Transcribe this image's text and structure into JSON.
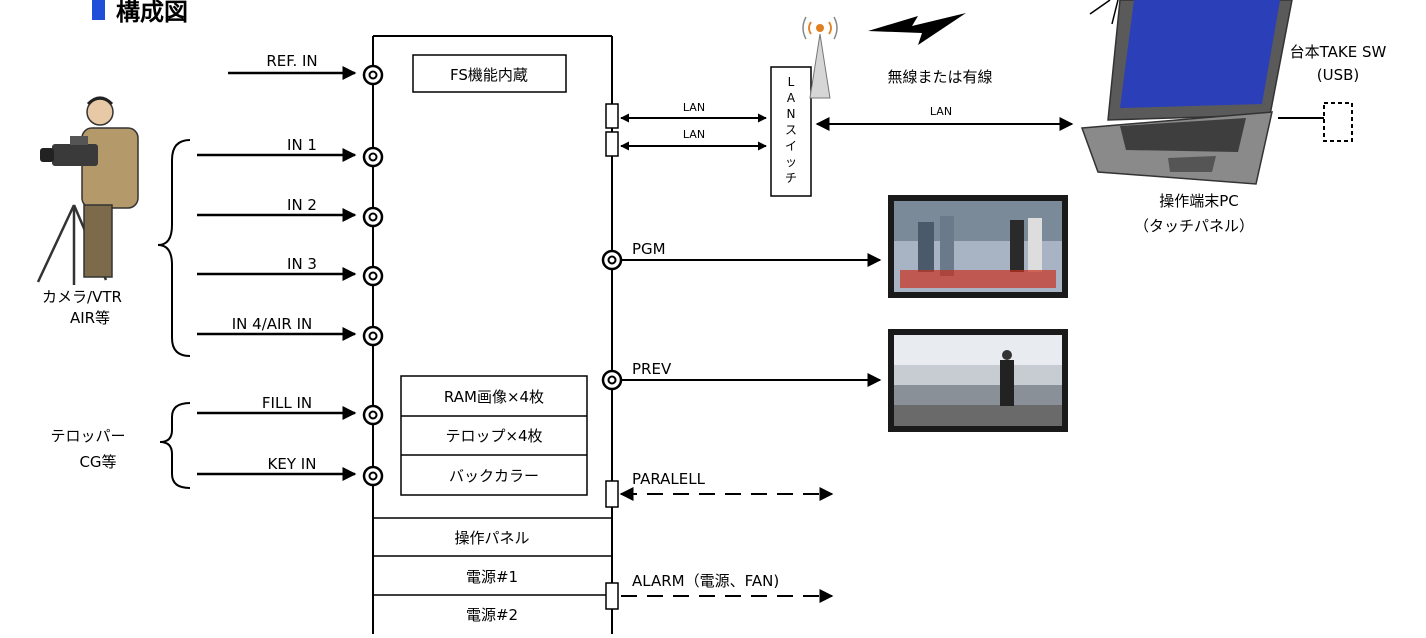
{
  "title": "構成図",
  "sources": {
    "camera_line1": "カメラ/VTR",
    "camera_line2": "AIR等",
    "telop_line1": "テロッパー",
    "telop_line2": "CG等"
  },
  "inputs": {
    "ref": "REF. IN",
    "in1": "IN 1",
    "in2": "IN 2",
    "in3": "IN 3",
    "in4": "IN 4/AIR IN",
    "fill": "FILL IN",
    "key": "KEY IN"
  },
  "unit": {
    "fs": "FS機能内蔵",
    "ram": "RAM画像×4枚",
    "telop": "テロップ×4枚",
    "back": "バックカラー",
    "panel": "操作パネル",
    "power1": "電源#1",
    "power2": "電源#2"
  },
  "outputs": {
    "pgm": "PGM",
    "prev": "PREV",
    "parallel": "PARALELL",
    "alarm": "ALARM（電源、FAN)"
  },
  "network": {
    "lan1": "LAN",
    "lan2": "LAN",
    "lan3": "LAN",
    "switch_chars": [
      "L",
      "A",
      "N",
      "ス",
      "イ",
      "ッ",
      "チ"
    ],
    "wireless": "無線または有線"
  },
  "pc": {
    "line1": "操作端末PC",
    "line2": "（タッチパネル）",
    "sw_line1": "台本TAKE SW",
    "sw_line2": "(USB)"
  },
  "colors": {
    "title_accent": "#1f4fd8",
    "line": "#000000"
  }
}
